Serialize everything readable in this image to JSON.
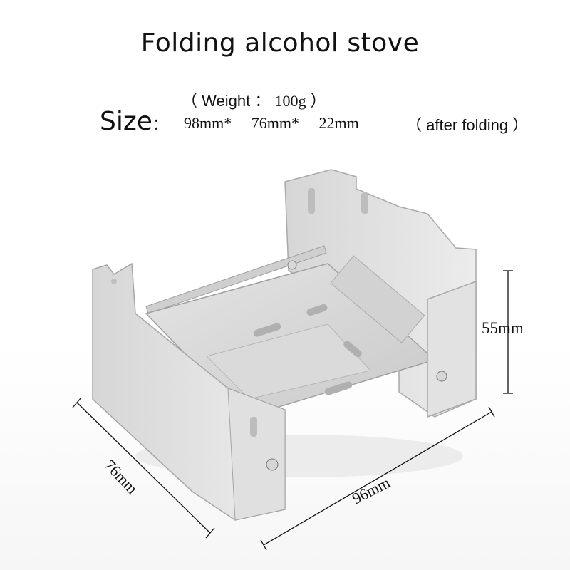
{
  "title": "Folding alcohol stove",
  "weight": {
    "open": "（",
    "label": "Weight",
    "sep": "：",
    "value": "100g",
    "close": "）"
  },
  "size": {
    "label": "Size",
    "colon": "：",
    "dim1": "98mm*",
    "dim2": "76mm*",
    "dim3": "22mm",
    "open": "（",
    "note": "after folding",
    "close": "）"
  },
  "dimensions": {
    "depth": "76mm",
    "width": "96mm",
    "height": "55mm"
  }
}
